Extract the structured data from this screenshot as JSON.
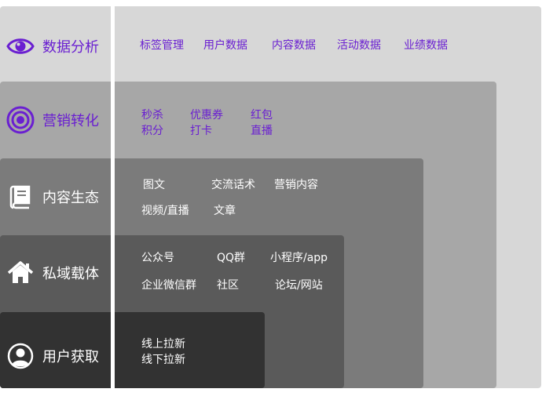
{
  "layers": [
    {
      "title": "数据分析",
      "icon": "eye-icon",
      "items": [
        "标签管理",
        "用户数据",
        "内容数据",
        "活动数据",
        "业绩数据"
      ]
    },
    {
      "title": "营销转化",
      "icon": "target-icon",
      "items": [
        "秒杀",
        "优惠券",
        "红包",
        "积分",
        "打卡",
        "直播"
      ]
    },
    {
      "title": "内容生态",
      "icon": "book-icon",
      "items": [
        "图文",
        "交流话术",
        "营销内容",
        "视频/直播",
        "文章"
      ]
    },
    {
      "title": "私域载体",
      "icon": "home-icon",
      "items": [
        "公众号",
        "QQ群",
        "小程序/app",
        "企业微信群",
        "社区",
        "论坛/网站"
      ]
    },
    {
      "title": "用户获取",
      "icon": "user-icon",
      "items": [
        "线上拉新",
        "线下拉新"
      ]
    }
  ],
  "colors": {
    "accent": "#6a1fd1",
    "layer1": "#d7d7d7",
    "layer2": "#a7a7a7",
    "layer3": "#7b7b7b",
    "layer4": "#5a5a5a",
    "layer5": "#323232"
  }
}
